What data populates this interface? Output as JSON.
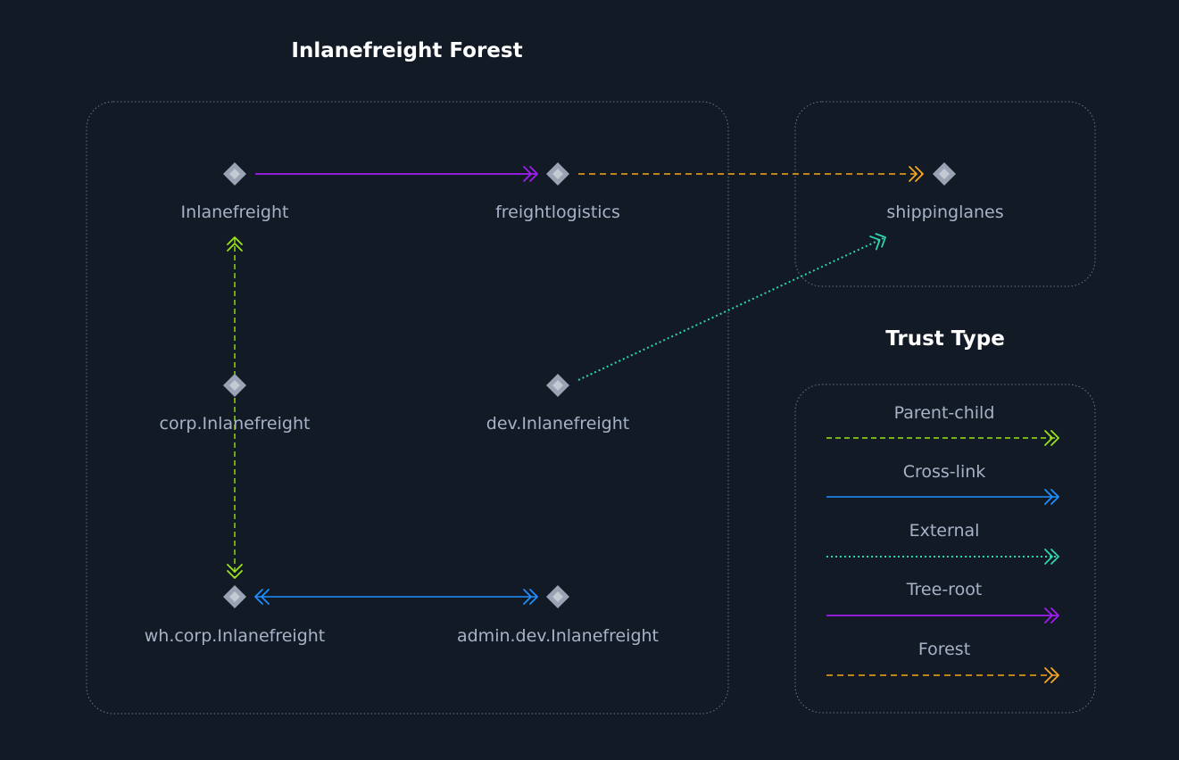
{
  "forest_title": "Inlanefreight Forest",
  "legend_title": "Trust Type",
  "colors": {
    "background": "#121a25",
    "node": "#9aa3b3",
    "label": "#a6b3c7",
    "parent_child": "#9be21c",
    "cross_link": "#1f8fff",
    "external": "#2fd4b0",
    "tree_root": "#a21cf2",
    "forest": "#f5a623"
  },
  "nodes": {
    "inlanefreight": {
      "label": "Inlanefreight",
      "icon": "diamond-icon"
    },
    "freightlogistics": {
      "label": "freightlogistics",
      "icon": "diamond-icon"
    },
    "shippinglanes": {
      "label": "shippinglanes",
      "icon": "diamond-icon"
    },
    "corp": {
      "label": "corp.Inlanefreight",
      "icon": "diamond-icon"
    },
    "dev": {
      "label": "dev.Inlanefreight",
      "icon": "diamond-icon"
    },
    "wh_corp": {
      "label": "wh.corp.Inlanefreight",
      "icon": "diamond-icon"
    },
    "admin_dev": {
      "label": "admin.dev.Inlanefreight",
      "icon": "diamond-icon"
    }
  },
  "edges": [
    {
      "from": "inlanefreight",
      "to": "freightlogistics",
      "type": "tree_root",
      "direction": "one-way"
    },
    {
      "from": "freightlogistics",
      "to": "shippinglanes",
      "type": "forest",
      "direction": "one-way"
    },
    {
      "from": "dev",
      "to": "shippinglanes",
      "type": "external",
      "direction": "one-way"
    },
    {
      "from": "inlanefreight",
      "to": "wh_corp",
      "type": "parent_child",
      "direction": "two-way"
    },
    {
      "from": "wh_corp",
      "to": "admin_dev",
      "type": "cross_link",
      "direction": "two-way"
    }
  ],
  "legend": [
    {
      "label": "Parent-child",
      "type": "parent_child"
    },
    {
      "label": "Cross-link",
      "type": "cross_link"
    },
    {
      "label": "External",
      "type": "external"
    },
    {
      "label": "Tree-root",
      "type": "tree_root"
    },
    {
      "label": "Forest",
      "type": "forest"
    }
  ]
}
